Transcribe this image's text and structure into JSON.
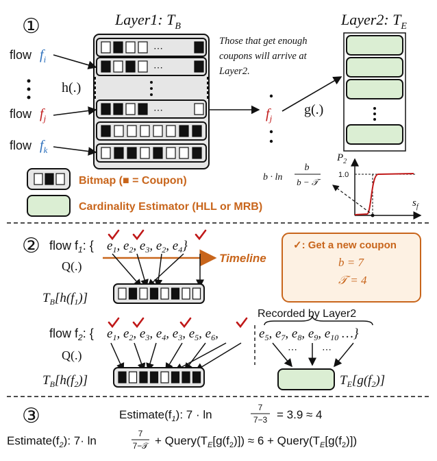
{
  "section_numbers": [
    "①",
    "②",
    "③"
  ],
  "s1": {
    "layer1_title": "Layer1: T",
    "layer1_sub": "B",
    "layer2_title": "Layer2: T",
    "layer2_sub": "E",
    "flows": [
      {
        "label": "flow",
        "var": "f",
        "sub": "i"
      },
      {
        "label": "flow",
        "var": "f",
        "sub": "j"
      },
      {
        "label": "flow",
        "var": "f",
        "sub": "k"
      }
    ],
    "dots": "⋯",
    "hash_label": "h(.)",
    "g_label": "g(.)",
    "fj_var": "f",
    "fj_sub": "j",
    "note_lines": [
      "Those that get enough",
      "coupons will arrive at",
      "Layer2."
    ],
    "legend_bitmap": "Bitmap (■ = Coupon)",
    "legend_estimator": "Cardinality Estimator (HLL or MRB)",
    "plot_ylabel": "P",
    "plot_ysub": "2",
    "plot_ytick": "1.0",
    "plot_xlabel": "s",
    "plot_xsub": "f",
    "formula_prefix": "b · ln",
    "formula_num": "b",
    "formula_den": "b − 𝒯"
  },
  "s2": {
    "flow1_prefix": "flow f",
    "flow1_sub": "1",
    "flow1_elems": [
      {
        "e": "e",
        "s": "1"
      },
      {
        "e": "e",
        "s": "2"
      },
      {
        "e": "e",
        "s": "3"
      },
      {
        "e": "e",
        "s": "2"
      },
      {
        "e": "e",
        "s": "4"
      }
    ],
    "flow2_prefix": "flow f",
    "flow2_sub": "2",
    "flow2_elems": [
      {
        "e": "e",
        "s": "1"
      },
      {
        "e": "e",
        "s": "2"
      },
      {
        "e": "e",
        "s": "3"
      },
      {
        "e": "e",
        "s": "4"
      },
      {
        "e": "e",
        "s": "3"
      },
      {
        "e": "e",
        "s": "5"
      },
      {
        "e": "e",
        "s": "6"
      }
    ],
    "flow2_extra": [
      {
        "e": "e",
        "s": "5"
      },
      {
        "e": "e",
        "s": "7"
      },
      {
        "e": "e",
        "s": "8"
      },
      {
        "e": "e",
        "s": "9"
      },
      {
        "e": "e",
        "s": "10"
      }
    ],
    "extra_tail": "…}",
    "q_label": "Q(.)",
    "timeline": "Timeline",
    "tb1_label": "T",
    "tb1_rest": "[h(f",
    "tb1_idx": "1",
    "tb2_idx": "2",
    "recorded_by": "Recorded by Layer2",
    "te_label": "T",
    "te_rest": "[g(f",
    "legend_title": "✓: Get a new coupon",
    "legend_b": "b = 7",
    "legend_T": "𝒯 = 4"
  },
  "s3": {
    "estimate1": "Estimate(f",
    "estimate1_tail": "): 7 · ln",
    "estimate1_num": "7",
    "estimate1_den": "7−3",
    "estimate1_result": "= 3.9 ≈ 4",
    "estimate2": "Estimate(f",
    "estimate2_mid": "): 7· ln",
    "estimate2_num": "7",
    "estimate2_den": "7−𝒯",
    "estimate2_tail1": "+ Query(T",
    "estimate2_tail2": "[g(f",
    "estimate2_tail3": ")]) ≈ 6 + Query(T",
    "estimate2_tail4": "[g(f",
    "estimate2_tail5": ")])"
  },
  "colors": {
    "orange": "#c8651b",
    "check_red": "#c01818",
    "flow_blue": "#2a6ebb",
    "estimator_fill": "#dbeed3",
    "legend_box_fill": "#fdf1e3"
  }
}
